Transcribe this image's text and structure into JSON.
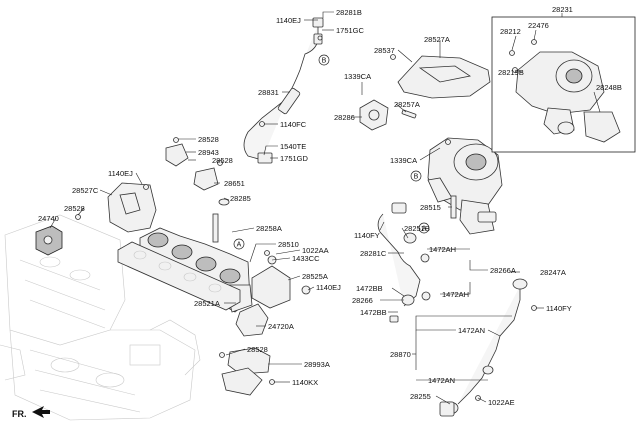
{
  "part_labels": {
    "p28281B": "28281B",
    "p1140EJ_top": "1140EJ",
    "p1751GC": "1751GC",
    "p28831": "28831",
    "p1140FC": "1140FC",
    "p1540TE": "1540TE",
    "p1751GD": "1751GD",
    "p28528_a": "28528",
    "p28943": "28943",
    "p28528_b": "28528",
    "p28651": "28651",
    "p28285": "28285",
    "p1140EJ_left": "1140EJ",
    "p28527C": "28527C",
    "p28528_c": "28528",
    "p24740": "24740",
    "p28258A": "28258A",
    "p28510": "28510",
    "p1022AA": "1022AA",
    "p1433CC": "1433CC",
    "p28525A": "28525A",
    "p1140EJ_mid": "1140EJ",
    "p28521A": "28521A",
    "p24720A": "24720A",
    "p28528_d": "28528",
    "p28993A": "28993A",
    "p1140KX": "1140KX",
    "p28537": "28537",
    "p28527A": "28527A",
    "p1339CA_top": "1339CA",
    "p28257A": "28257A",
    "p28286": "28286",
    "p1339CA_mid": "1339CA",
    "p28515": "28515",
    "p28251B": "28251B",
    "p1140FY_left": "1140FY",
    "p28281C": "28281C",
    "p1472AH_a": "1472AH",
    "p28266A": "28266A",
    "p28247A": "28247A",
    "p1472BB_a": "1472BB",
    "p1472AH_b": "1472AH",
    "p28266": "28266",
    "p1472BB_b": "1472BB",
    "p1140FY_right": "1140FY",
    "p1472AN_a": "1472AN",
    "p28870": "28870",
    "p1472AN_b": "1472AN",
    "p28255": "28255",
    "p1022AE": "1022AE",
    "p28231": "28231",
    "p28212": "28212",
    "p22476": "22476",
    "p28219B": "28219B",
    "p28248B": "28248B"
  },
  "callouts": {
    "b_top": "B",
    "a_left": "A",
    "b_right": "B",
    "a_right": "A"
  },
  "orientation": "FR."
}
